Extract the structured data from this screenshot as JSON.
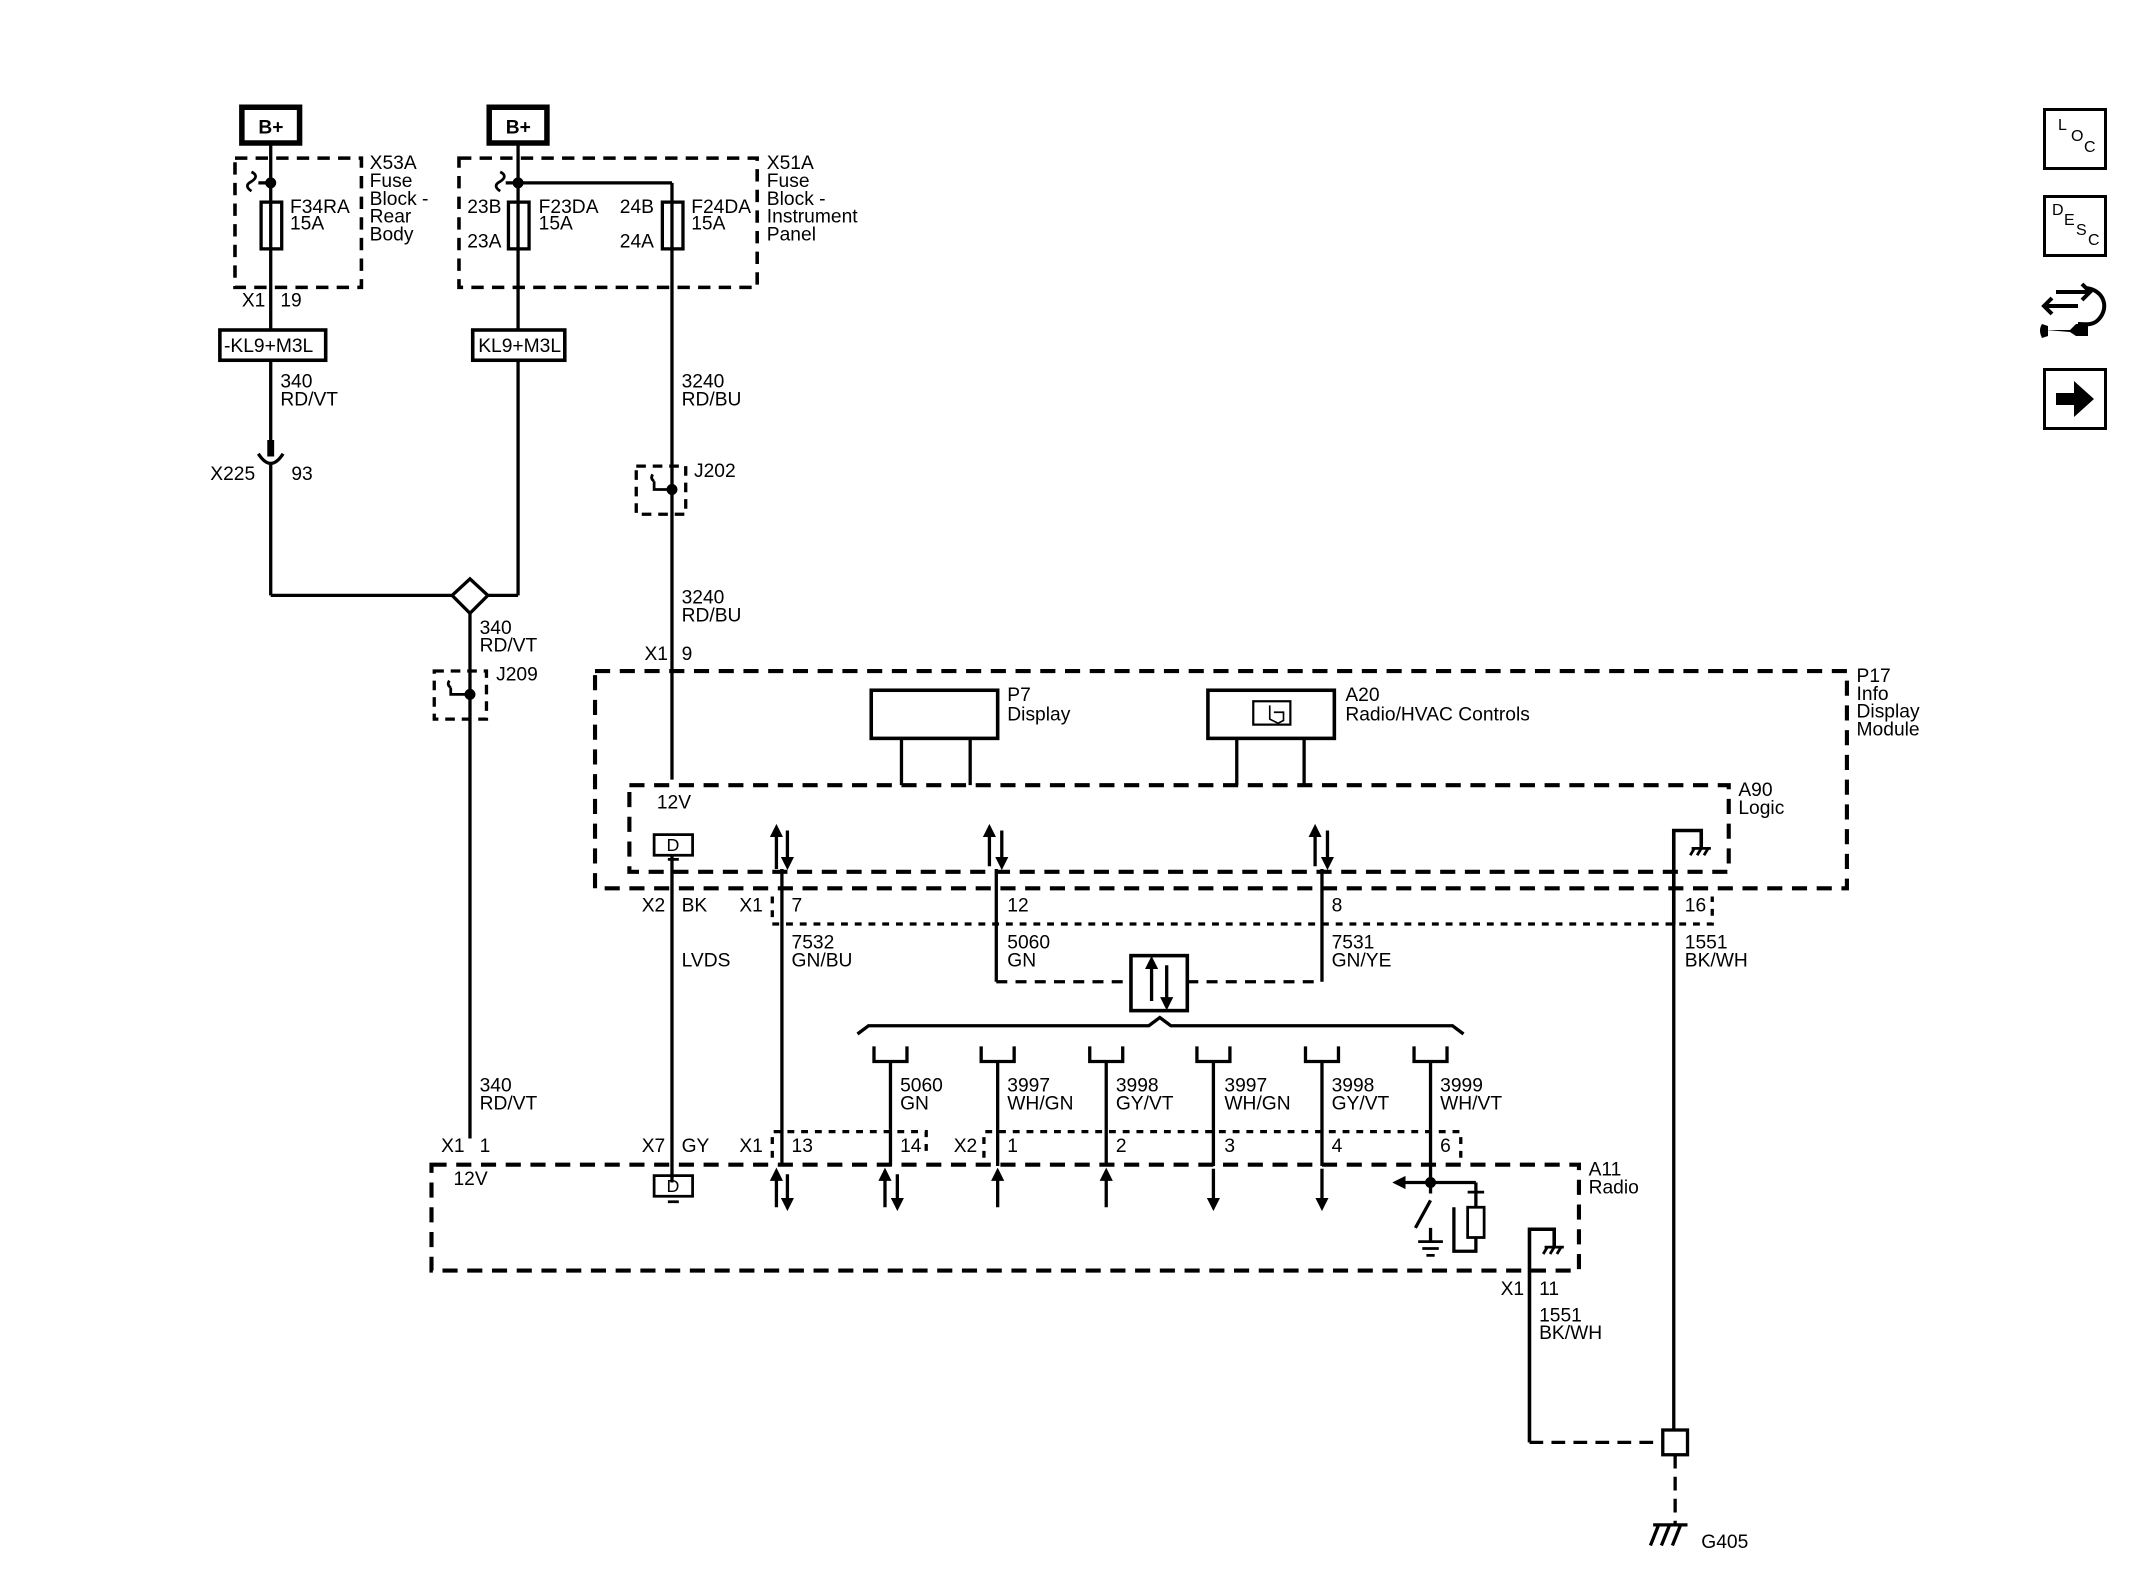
{
  "battery": {
    "label_left": "B+",
    "label_right": "B+"
  },
  "fuse_block_rear": {
    "id": "X53A",
    "line1": "Fuse",
    "line2": "Block -",
    "line3": "Rear",
    "line4": "Body",
    "fuse_name": "F34RA",
    "fuse_rating": "15A",
    "conn": "X1",
    "pin": "19"
  },
  "fuse_block_ip": {
    "id": "X51A",
    "line1": "Fuse",
    "line2": "Block -",
    "line3": "Instrument",
    "line4": "Panel",
    "fuse1_name": "F23DA",
    "fuse1_rating": "15A",
    "fuse1_pin_top": "23B",
    "fuse1_pin_bot": "23A",
    "fuse2_name": "F24DA",
    "fuse2_rating": "15A",
    "fuse2_pin_top": "24B",
    "fuse2_pin_bot": "24A"
  },
  "power_modes": {
    "left": "-KL9+M3L",
    "right": "KL9+M3L"
  },
  "wires": {
    "w340_top": {
      "num": "340",
      "color": "RD/VT"
    },
    "w340_mid": {
      "num": "340",
      "color": "RD/VT"
    },
    "w340_low": {
      "num": "340",
      "color": "RD/VT"
    },
    "w3240_top": {
      "num": "3240",
      "color": "RD/BU"
    },
    "w3240_low": {
      "num": "3240",
      "color": "RD/BU"
    },
    "w7532": {
      "num": "7532",
      "color": "GN/BU"
    },
    "w5060": {
      "num": "5060",
      "color": "GN"
    },
    "w7531": {
      "num": "7531",
      "color": "GN/YE"
    },
    "w1551_right": {
      "num": "1551",
      "color": "BK/WH"
    },
    "w1551_radio": {
      "num": "1551",
      "color": "BK/WH"
    },
    "w5060_b": {
      "num": "5060",
      "color": "GN"
    },
    "w3997_a": {
      "num": "3997",
      "color": "WH/GN"
    },
    "w3998_a": {
      "num": "3998",
      "color": "GY/VT"
    },
    "w3997_b": {
      "num": "3997",
      "color": "WH/GN"
    },
    "w3998_b": {
      "num": "3998",
      "color": "GY/VT"
    },
    "w3999": {
      "num": "3999",
      "color": "WH/VT"
    },
    "lvds": "LVDS"
  },
  "inline_conn": {
    "id": "X225",
    "pin": "93"
  },
  "splices": {
    "j202": "J202",
    "j209": "J209"
  },
  "module_p17": {
    "id": "P17",
    "line1": "Info",
    "line2": "Display",
    "line3": "Module",
    "x1": "X1",
    "pin9": "9",
    "display_id": "P7",
    "display_name": "Display",
    "controls_id": "A20",
    "controls_name": "Radio/HVAC Controls"
  },
  "logic_a90": {
    "id": "A90",
    "name": "Logic",
    "voltage": "12V",
    "digital": "D",
    "x2": "X2",
    "x2_color": "BK",
    "x1": "X1",
    "pin7": "7",
    "pin12": "12",
    "pin8": "8",
    "pin16": "16"
  },
  "radio_a11": {
    "id": "A11",
    "name": "Radio",
    "voltage": "12V",
    "digital": "D",
    "x1a": "X1",
    "pin1": "1",
    "x7": "X7",
    "x7_color": "GY",
    "x1b": "X1",
    "pin13": "13",
    "pin14": "14",
    "x2": "X2",
    "p1": "1",
    "p2": "2",
    "p3": "3",
    "p4": "4",
    "p6": "6",
    "x1c": "X1",
    "pin11": "11"
  },
  "ground": {
    "id": "G405"
  },
  "toolbar": {
    "loc_l": "L",
    "loc_o": "O",
    "loc_c": "C",
    "desc_d": "D",
    "desc_e": "E",
    "desc_s": "S",
    "desc_c": "C"
  }
}
